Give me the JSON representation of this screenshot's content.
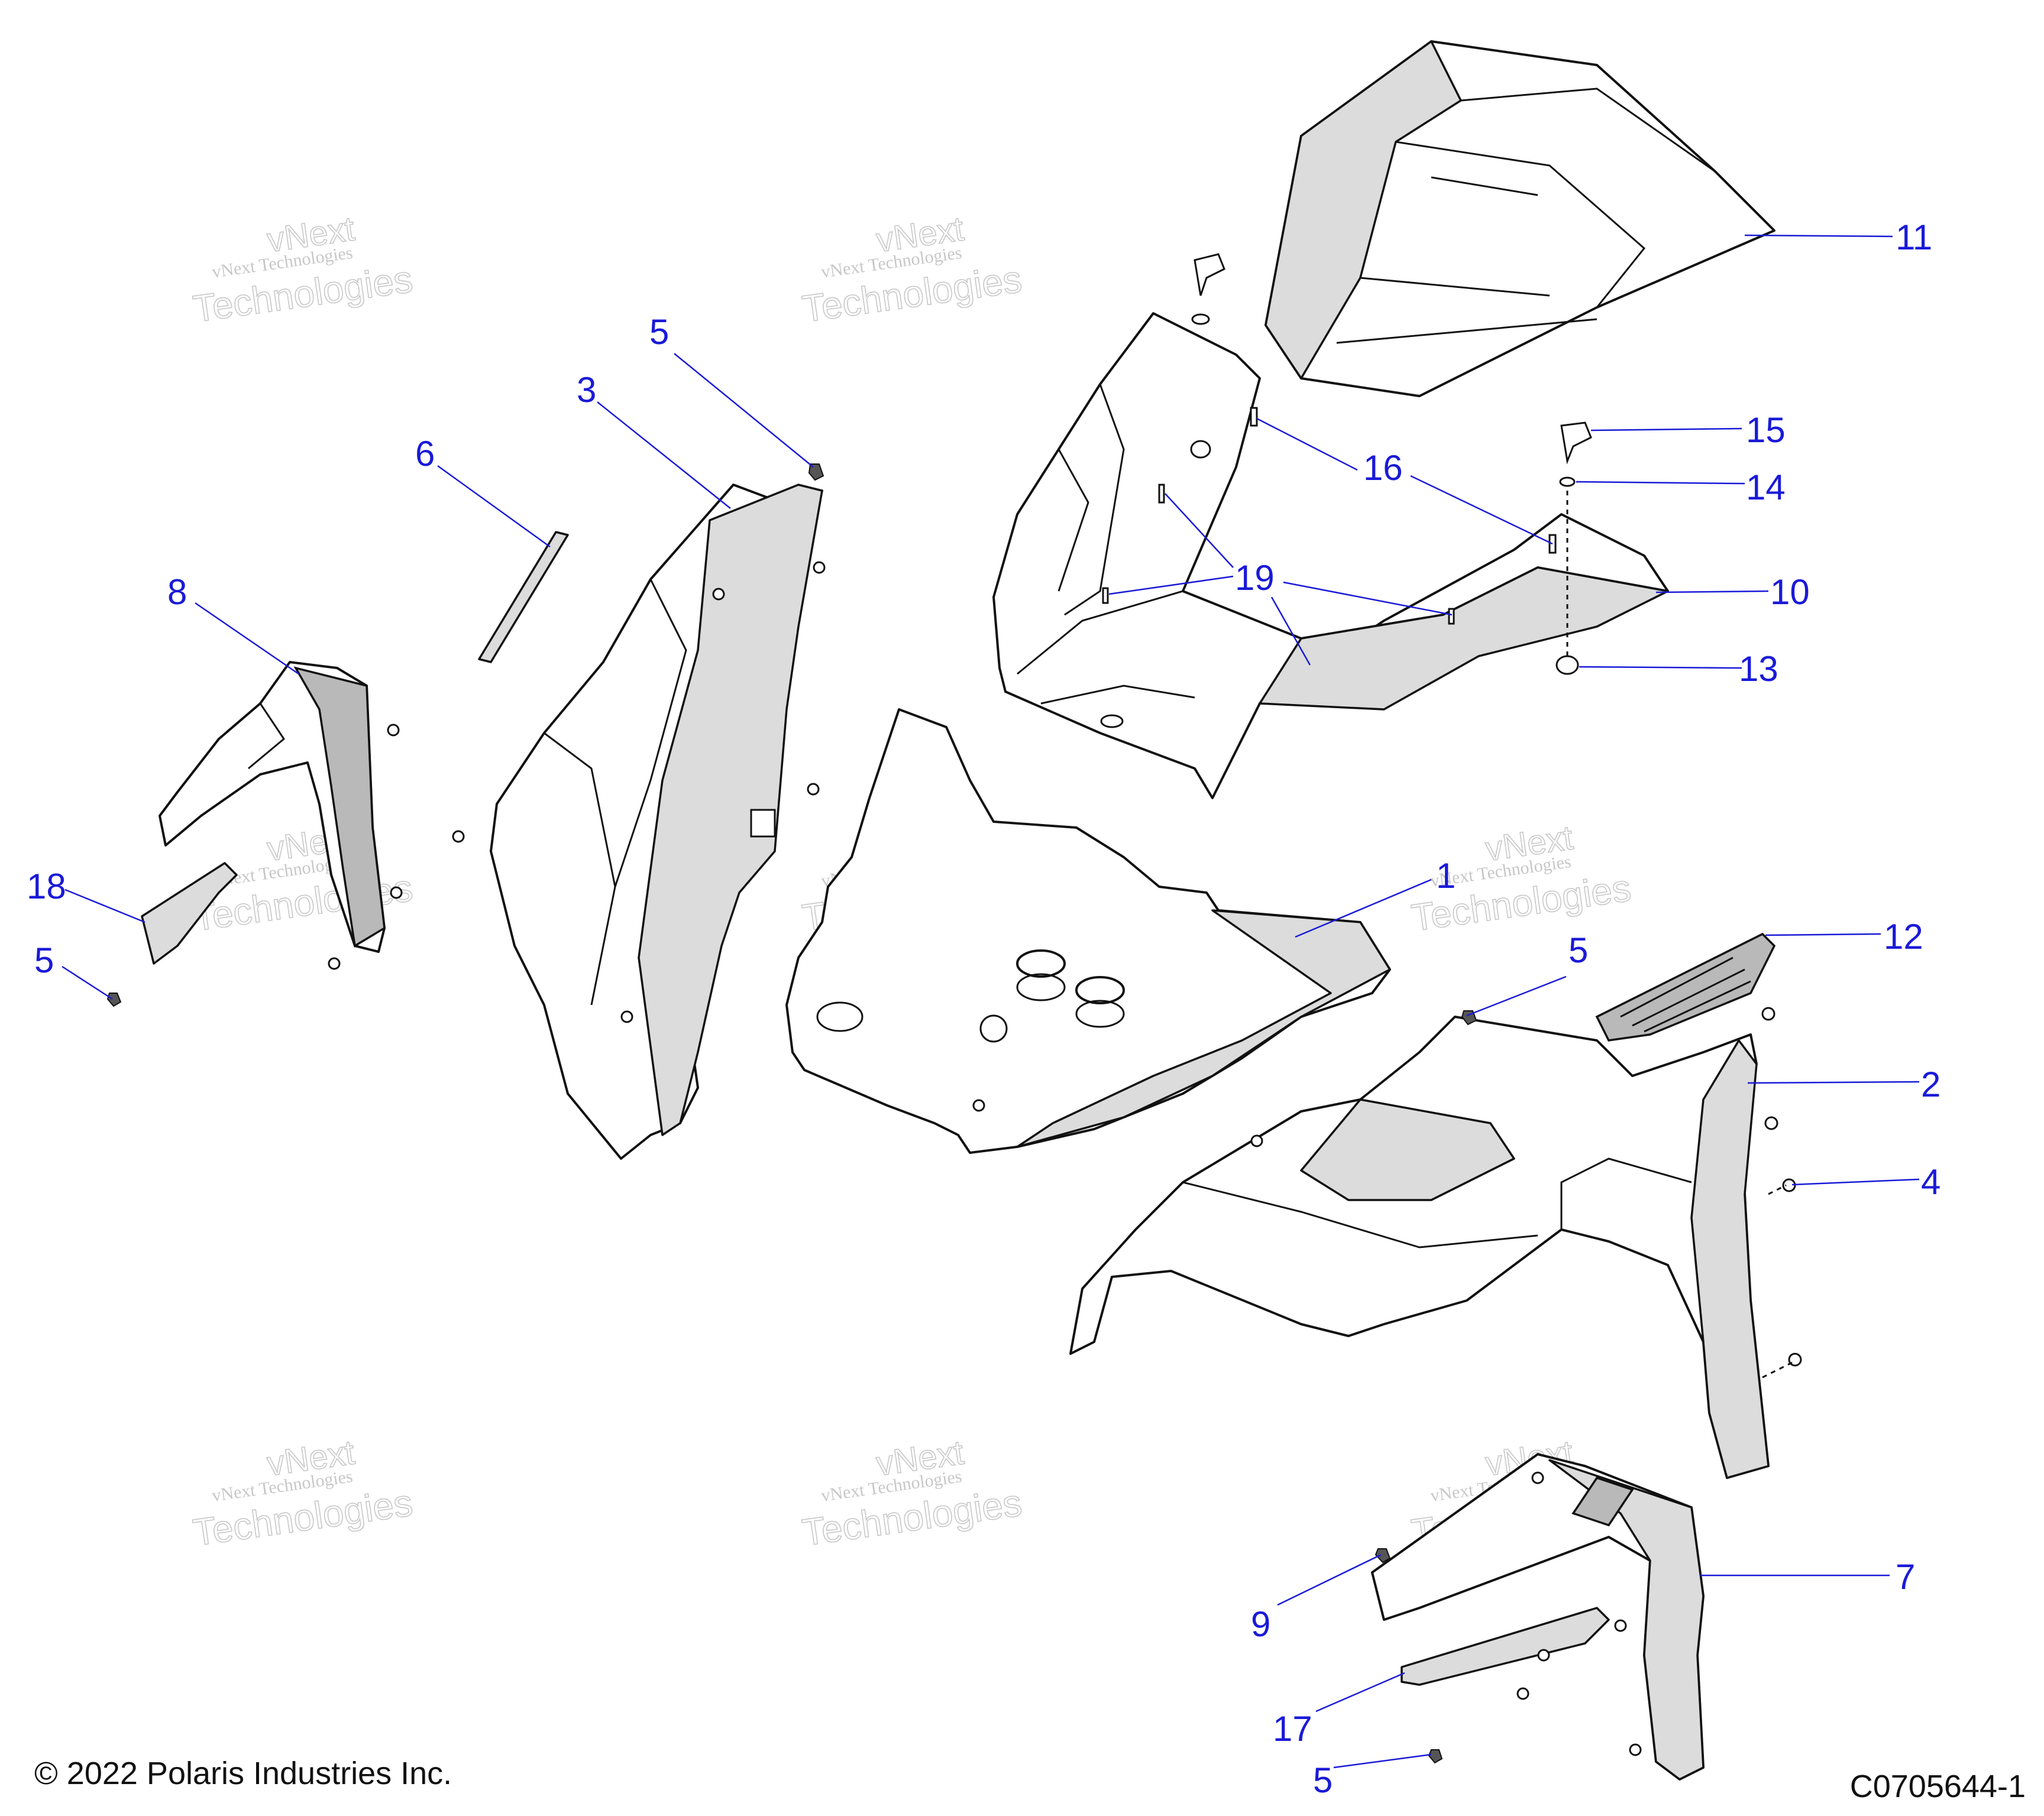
{
  "watermark": {
    "line1": "vNext Technologies",
    "line2": "Technologies",
    "line3": "vNext"
  },
  "callouts": [
    {
      "id": "c11",
      "label": "11"
    },
    {
      "id": "c5a",
      "label": "5"
    },
    {
      "id": "c3",
      "label": "3"
    },
    {
      "id": "c6",
      "label": "6"
    },
    {
      "id": "c16",
      "label": "16"
    },
    {
      "id": "c15",
      "label": "15"
    },
    {
      "id": "c14",
      "label": "14"
    },
    {
      "id": "c19",
      "label": "19"
    },
    {
      "id": "c10",
      "label": "10"
    },
    {
      "id": "c8",
      "label": "8"
    },
    {
      "id": "c13",
      "label": "13"
    },
    {
      "id": "c18",
      "label": "18"
    },
    {
      "id": "c5b",
      "label": "5"
    },
    {
      "id": "c1",
      "label": "1"
    },
    {
      "id": "c12",
      "label": "12"
    },
    {
      "id": "c5c",
      "label": "5"
    },
    {
      "id": "c2",
      "label": "2"
    },
    {
      "id": "c4",
      "label": "4"
    },
    {
      "id": "c7",
      "label": "7"
    },
    {
      "id": "c9",
      "label": "9"
    },
    {
      "id": "c17",
      "label": "17"
    },
    {
      "id": "c5d",
      "label": "5"
    }
  ],
  "footer": {
    "copyright": "© 2022 Polaris Industries Inc.",
    "figure_code": "C0705644-1"
  }
}
